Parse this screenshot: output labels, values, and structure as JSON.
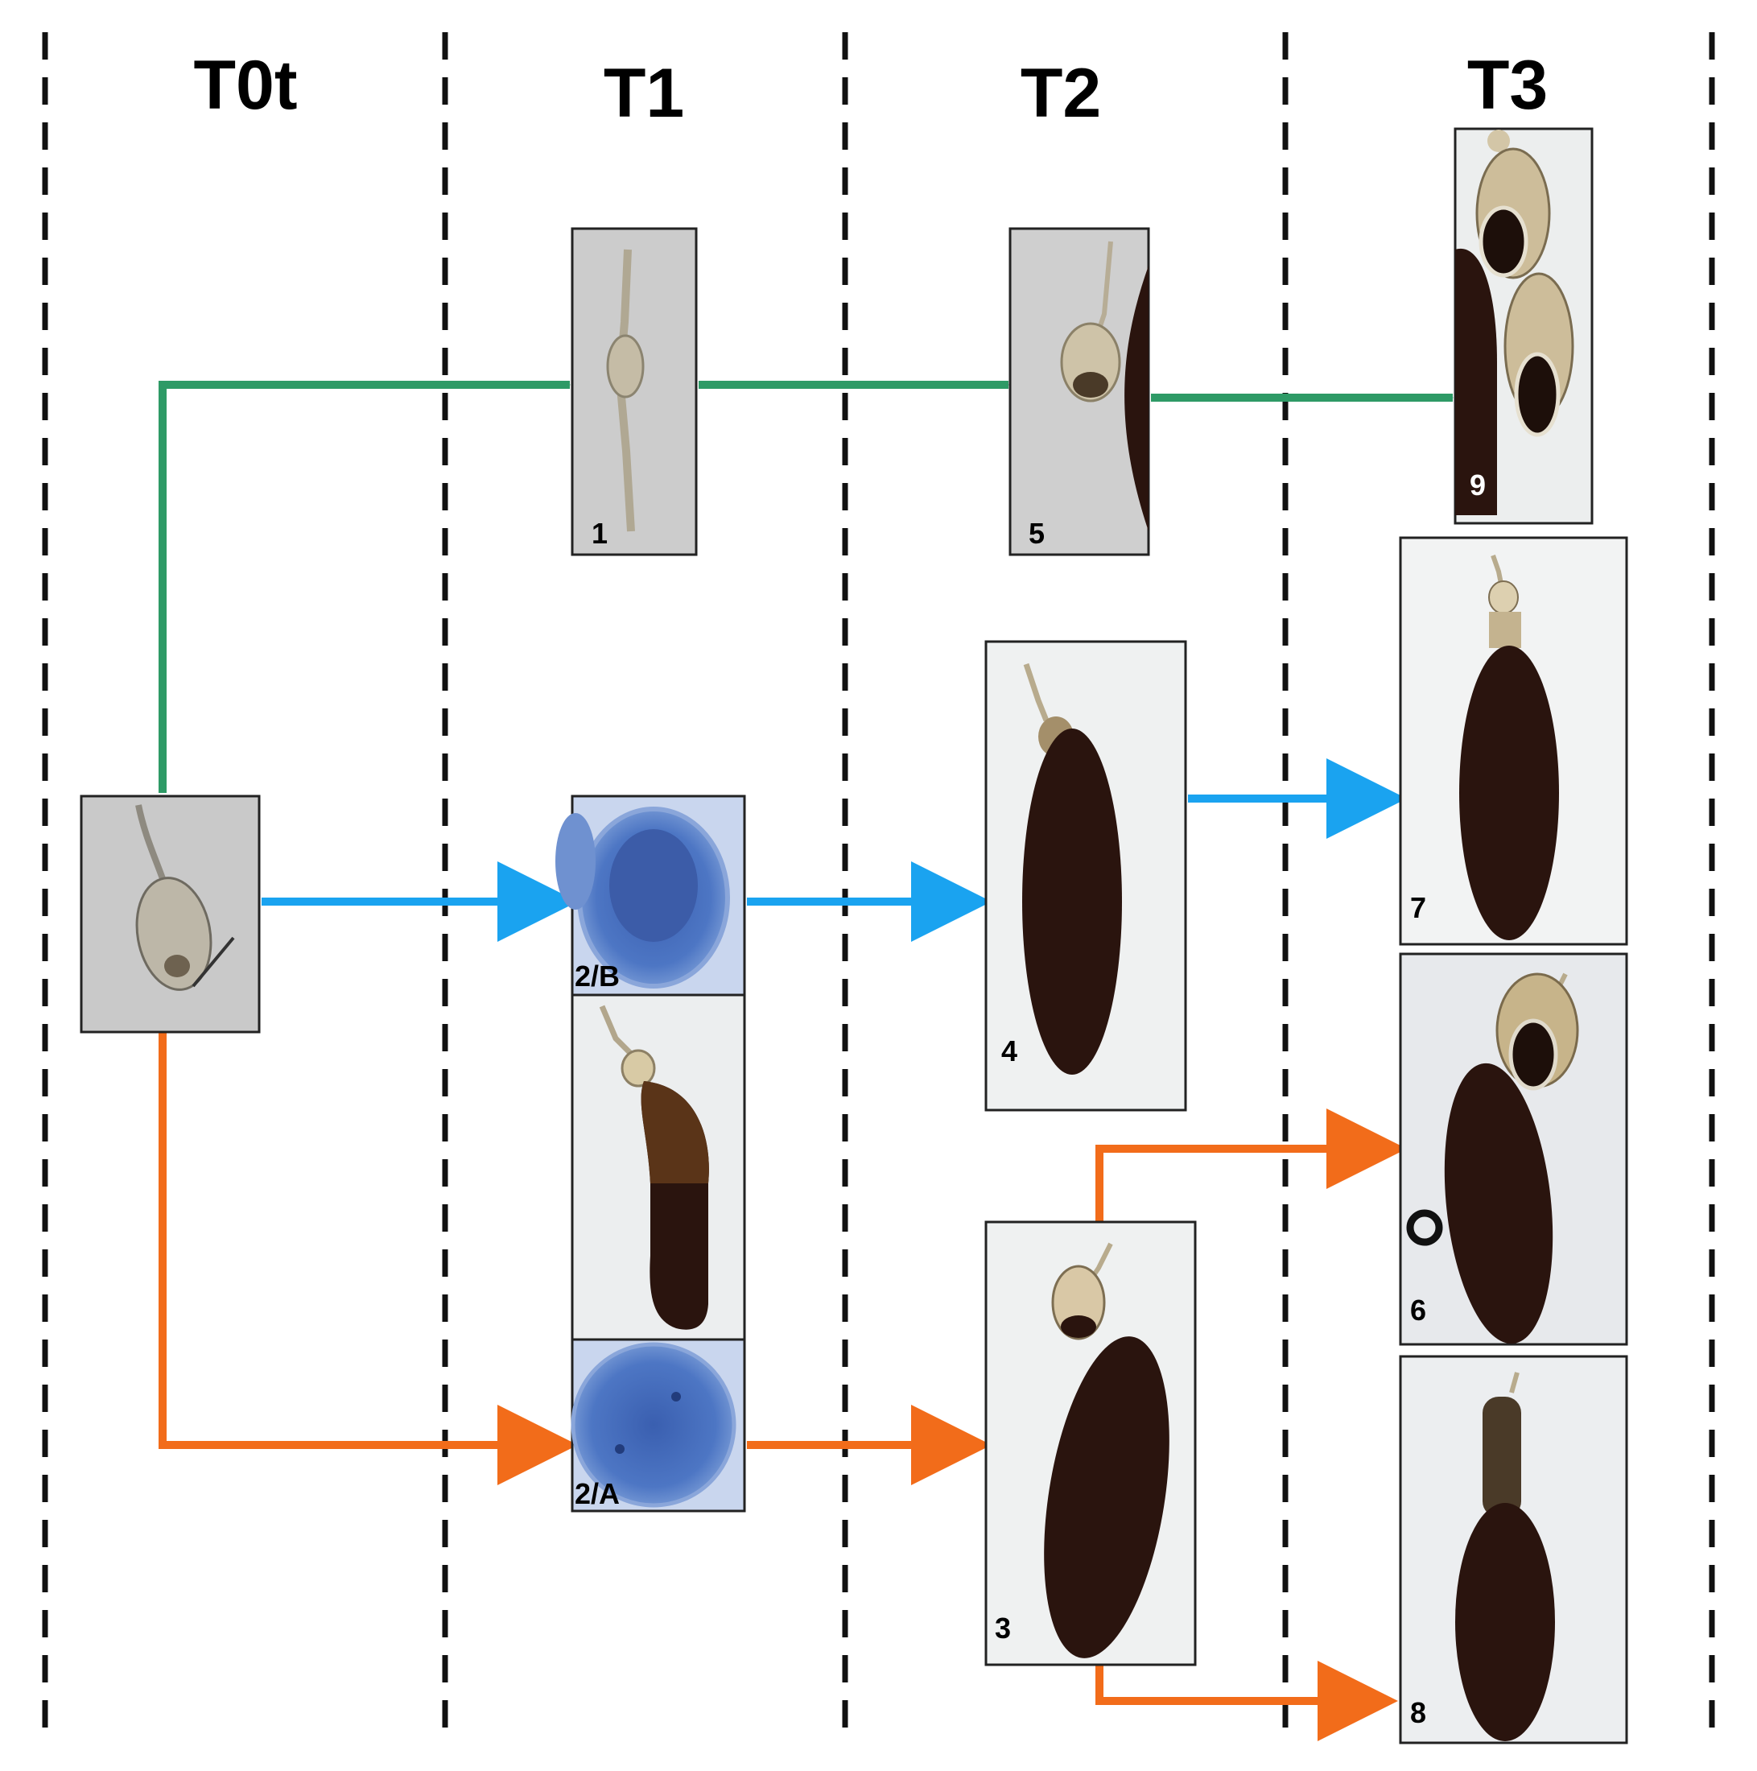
{
  "columns": [
    {
      "id": "t0t",
      "label": "T0t"
    },
    {
      "id": "t1",
      "label": "T1"
    },
    {
      "id": "t2",
      "label": "T2"
    },
    {
      "id": "t3",
      "label": "T3"
    }
  ],
  "panels": [
    {
      "id": "t0t",
      "label": ""
    },
    {
      "id": "p1",
      "label": "1"
    },
    {
      "id": "p2b",
      "label": "2/B"
    },
    {
      "id": "p2",
      "label": ""
    },
    {
      "id": "p2a",
      "label": "2/A"
    },
    {
      "id": "p5",
      "label": "5"
    },
    {
      "id": "p4",
      "label": "4"
    },
    {
      "id": "p3",
      "label": "3"
    },
    {
      "id": "p9",
      "label": "9"
    },
    {
      "id": "p7",
      "label": "7"
    },
    {
      "id": "p6",
      "label": "6"
    },
    {
      "id": "p8",
      "label": "8"
    }
  ],
  "colors": {
    "green": "#2e9a66",
    "blue": "#1aa3f0",
    "orange": "#f26c1a",
    "divider": "#111111",
    "panel_border": "#222222",
    "grey_bg": "#c9c9c9",
    "light_bg": "#eef0f0",
    "semithin_blue": "#4f79c4",
    "dark_pollen": "#2a140e",
    "tan": "#d9c8a6"
  }
}
